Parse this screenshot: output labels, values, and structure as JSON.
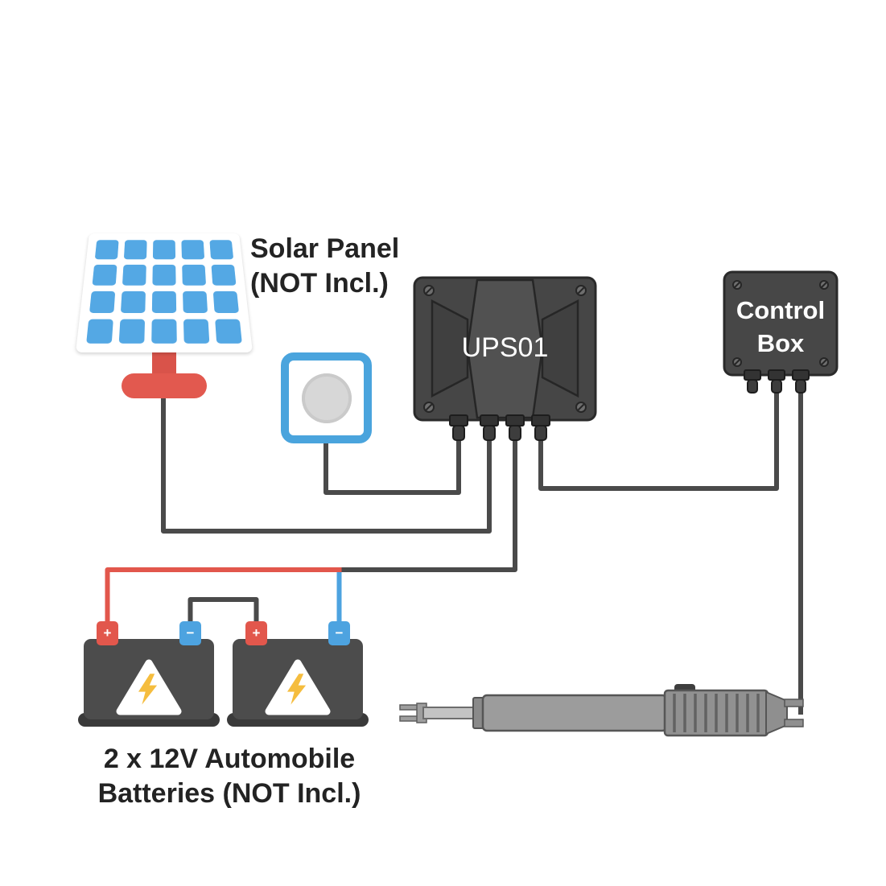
{
  "labels": {
    "solar_line1": "Solar Panel",
    "solar_line2": "(NOT Incl.)",
    "ups": "UPS01",
    "control_line1": "Control",
    "control_line2": "Box",
    "batteries_line1": "2 x 12V Automobile",
    "batteries_line2": "Batteries (NOT Incl.)"
  },
  "battery": {
    "plus": "+",
    "minus": "−"
  },
  "components": [
    "solar-panel",
    "wall-outlet",
    "ups-box",
    "control-box",
    "battery-1",
    "battery-2",
    "linear-actuator"
  ],
  "colors": {
    "wire_gray": "#4a4a4a",
    "positive_red": "#e2574c",
    "negative_blue": "#4da3e0",
    "enclosure_gray": "#464646",
    "solar_cell_blue": "#54a8e4",
    "stand_red": "#e2594f",
    "bolt_yellow": "#f5bd3e",
    "outlet_blue": "#4aa4dd"
  }
}
